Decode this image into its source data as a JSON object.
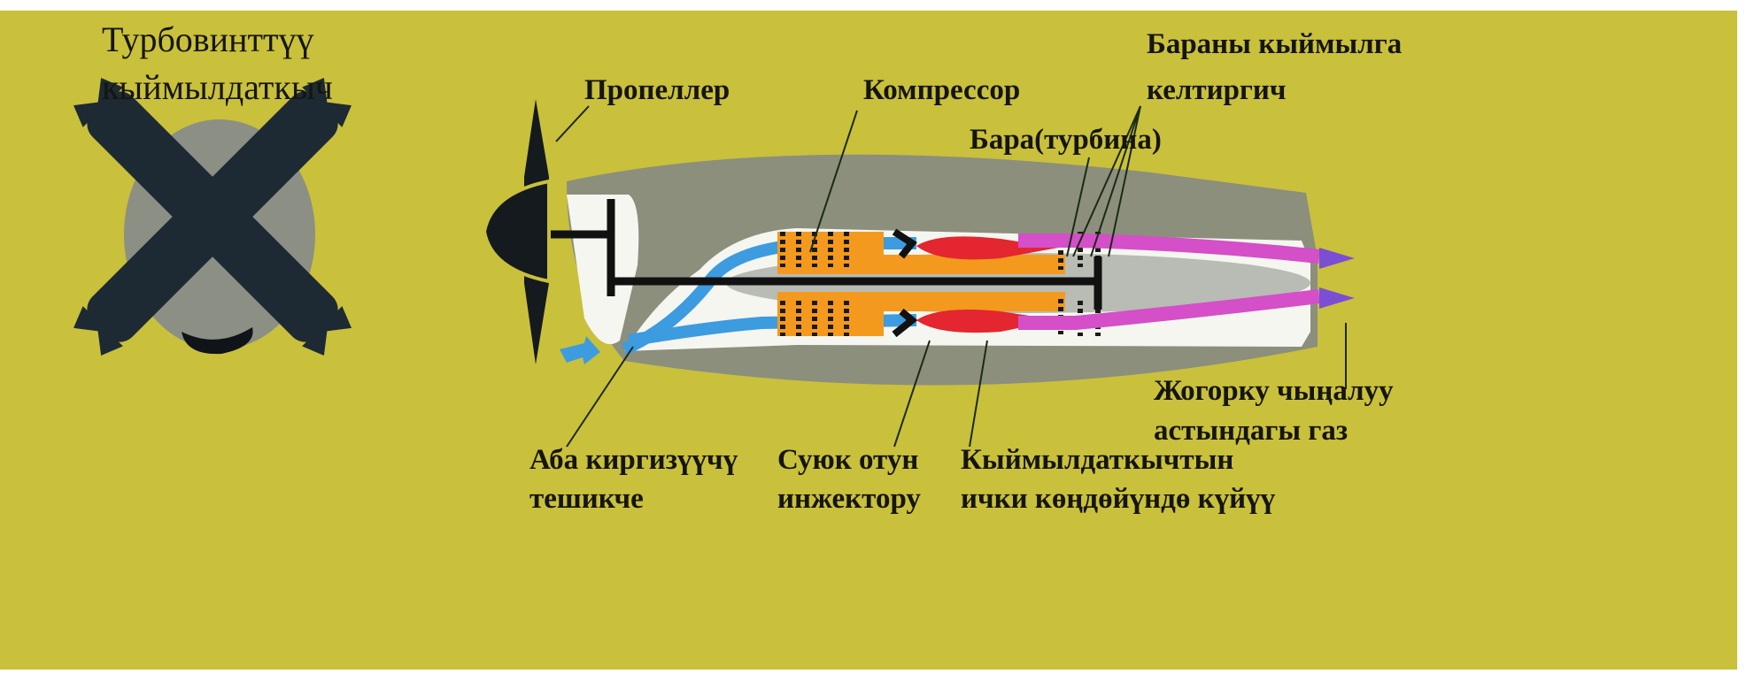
{
  "title": {
    "line1": "Турбовинттүү",
    "line2": "кыймылдаткыч"
  },
  "labels": {
    "propeller": "Пропеллер",
    "compressor": "Компрессор",
    "turbine": "Бара(турбина)",
    "turbine_drive": {
      "line1": "Бараны кыймылга",
      "line2": "келтиргич"
    },
    "exhaust_gas": {
      "line1": "Жогорку чыңалуу",
      "line2": "астындагы газ"
    },
    "air_intake": {
      "line1": "Аба киргизүүчү",
      "line2": "тешикче"
    },
    "fuel_injector": {
      "line1": "Суюк отун",
      "line2": "инжектору"
    },
    "combustion": {
      "line1": "Кыймылдаткычтын",
      "line2": "ички көңдөйүндө күйүү"
    }
  },
  "colors": {
    "background": "#c9c03c",
    "blade": "#1d2a34",
    "nacelle": "#8c8f7c",
    "air": "#3d9be0",
    "compressor": "#f39a1e",
    "flame": "#e3262f",
    "exhaust": "#d44fc8"
  }
}
